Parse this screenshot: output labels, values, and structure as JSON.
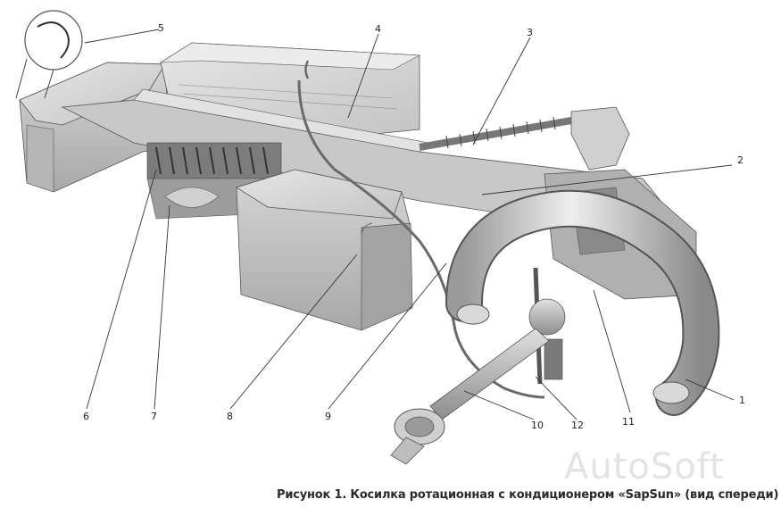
{
  "figure": {
    "caption": "Рисунок 1. Косилка ротационная с кондиционером «SapSun» (вид спереди)",
    "watermark": "AutoSoft"
  },
  "callouts": [
    {
      "id": "1",
      "label": "1"
    },
    {
      "id": "2",
      "label": "2"
    },
    {
      "id": "3",
      "label": "3"
    },
    {
      "id": "4",
      "label": "4"
    },
    {
      "id": "5",
      "label": "5"
    },
    {
      "id": "6",
      "label": "6"
    },
    {
      "id": "7",
      "label": "7"
    },
    {
      "id": "8",
      "label": "8"
    },
    {
      "id": "9",
      "label": "9"
    },
    {
      "id": "10",
      "label": "10"
    },
    {
      "id": "11",
      "label": "11"
    },
    {
      "id": "12",
      "label": "12"
    }
  ],
  "colors": {
    "body_light": "#d9d9d9",
    "body_mid": "#bdbdbd",
    "body_dark": "#8f8f8f",
    "outline": "#555555"
  }
}
